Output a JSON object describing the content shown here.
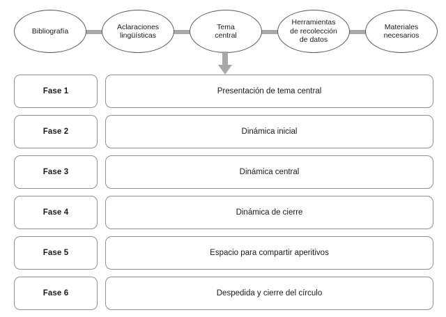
{
  "diagram": {
    "top_chain": {
      "nodes": [
        {
          "id": "bibliografia",
          "label": "Bibliografía",
          "shape": "ellipse"
        },
        {
          "id": "aclaraciones-linguisticas",
          "label": "Aclaraciones\nlingüísticas",
          "shape": "ellipse"
        },
        {
          "id": "tema-central",
          "label": "Tema\ncentral",
          "shape": "ellipse"
        },
        {
          "id": "herramientas-recoleccion-datos",
          "label": "Herramientas\nde recolección\nde datos",
          "shape": "ellipse"
        },
        {
          "id": "materiales-necesarios",
          "label": "Materiales\nnecesarios",
          "shape": "ellipse"
        }
      ],
      "connector_count": 4
    },
    "arrow": {
      "id": "down-arrow",
      "direction": "down",
      "from": "tema-central",
      "to": "fase-1"
    },
    "phases": [
      {
        "tag": "Fase 1",
        "description": "Presentación de tema central"
      },
      {
        "tag": "Fase 2",
        "description": "Dinámica inicial"
      },
      {
        "tag": "Fase 3",
        "description": "Dinámica central"
      },
      {
        "tag": "Fase 4",
        "description": "Dinámica de cierre"
      },
      {
        "tag": "Fase 5",
        "description": "Espacio para compartir aperitivos"
      },
      {
        "tag": "Fase 6",
        "description": "Despedida y cierre del círculo"
      }
    ],
    "colors": {
      "ellipse_stroke": "#595959",
      "connector_fill": "#a8a8a8",
      "arrow_fill": "#a8a8a8",
      "box_stroke": "#909090",
      "text": "#1a1a1a",
      "background": "#ffffff"
    }
  }
}
